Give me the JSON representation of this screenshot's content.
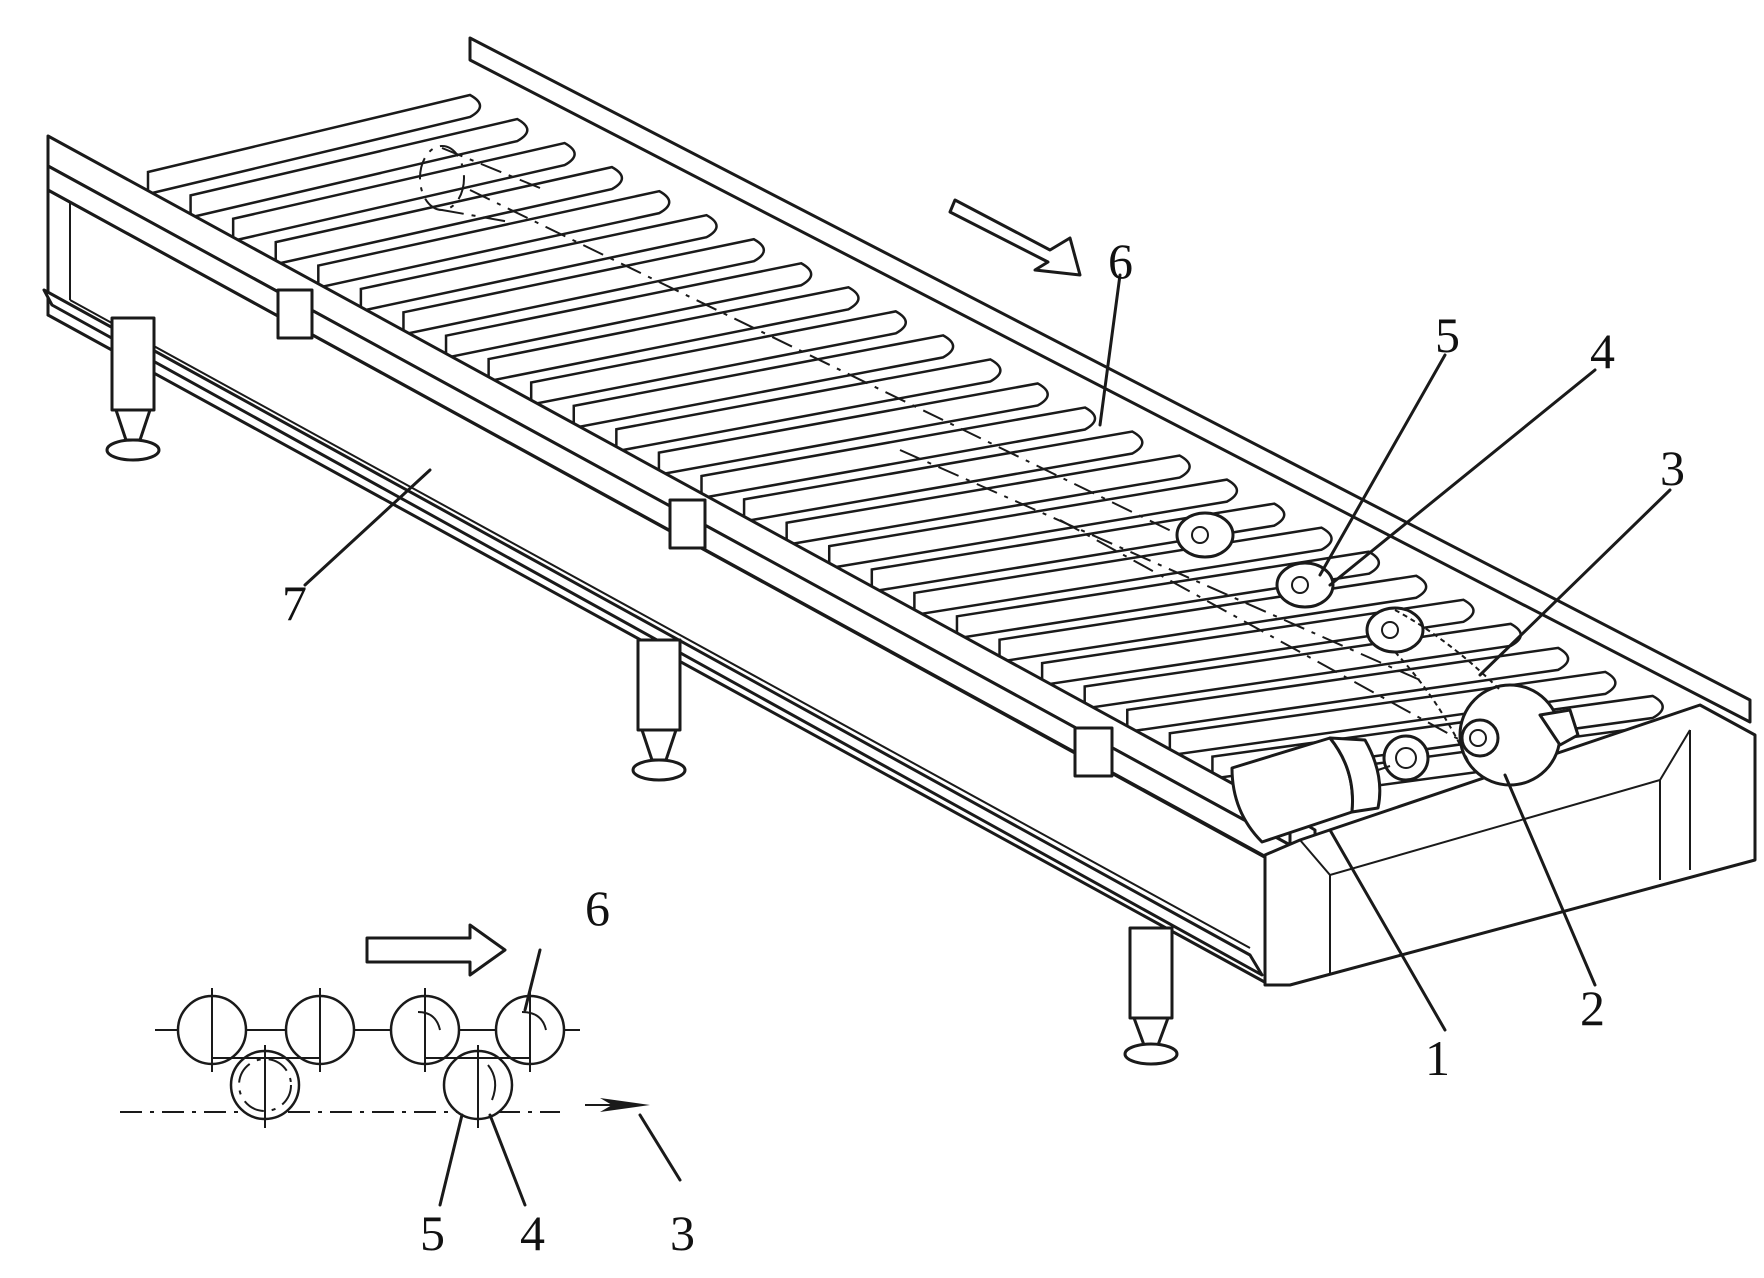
{
  "main_view": {
    "labels": [
      {
        "id": "1",
        "text": "1"
      },
      {
        "id": "2",
        "text": "2"
      },
      {
        "id": "3",
        "text": "3"
      },
      {
        "id": "4",
        "text": "4"
      },
      {
        "id": "5",
        "text": "5"
      },
      {
        "id": "6",
        "text": "6"
      },
      {
        "id": "7",
        "text": "7"
      }
    ]
  },
  "inset_view": {
    "labels": [
      {
        "id": "3",
        "text": "3"
      },
      {
        "id": "4",
        "text": "4"
      },
      {
        "id": "5",
        "text": "5"
      },
      {
        "id": "6",
        "text": "6"
      }
    ]
  },
  "colors": {
    "line": "#1a1a1a",
    "background": "#ffffff"
  }
}
